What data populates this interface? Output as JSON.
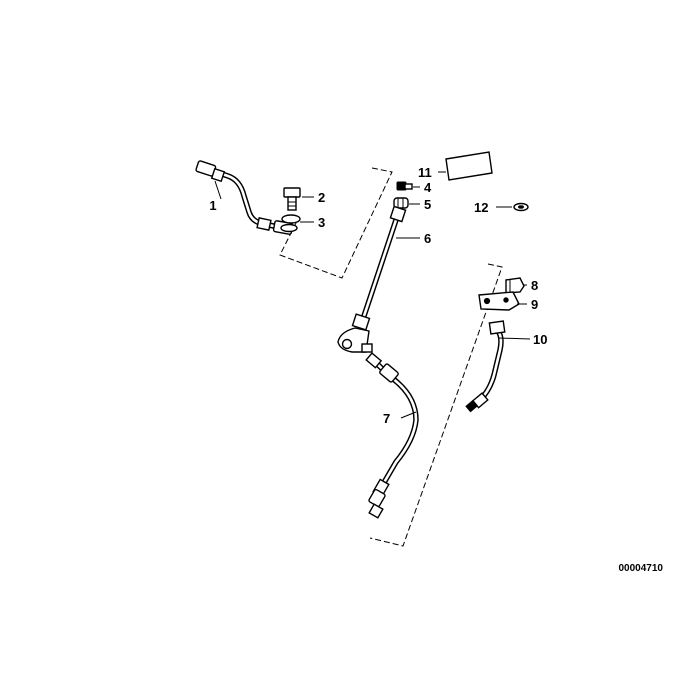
{
  "diagram_code": "00004710",
  "callouts": [
    {
      "id": "1",
      "label": "1"
    },
    {
      "id": "2",
      "label": "2"
    },
    {
      "id": "3",
      "label": "3"
    },
    {
      "id": "4",
      "label": "4"
    },
    {
      "id": "5",
      "label": "5"
    },
    {
      "id": "6",
      "label": "6"
    },
    {
      "id": "7",
      "label": "7"
    },
    {
      "id": "8",
      "label": "8"
    },
    {
      "id": "9",
      "label": "9"
    },
    {
      "id": "10",
      "label": "10"
    },
    {
      "id": "11",
      "label": "11"
    },
    {
      "id": "12",
      "label": "12"
    }
  ]
}
